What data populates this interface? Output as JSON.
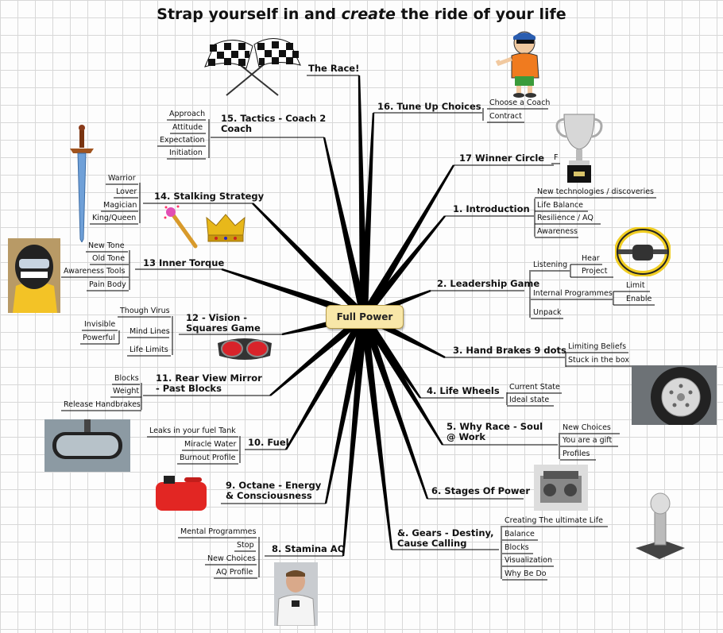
{
  "title": {
    "prefix": "Strap yourself in and ",
    "emph": "create",
    "suffix": " the ride of your life"
  },
  "center": "Full Power",
  "branches": [
    {
      "label": "The Race!",
      "children": []
    },
    {
      "label": "16. Tune Up Choices",
      "children": [
        "Choose a Coach",
        "Contract"
      ]
    },
    {
      "label": "17 Winner Circle",
      "children": [
        "F"
      ]
    },
    {
      "label": "1. Introduction",
      "children": [
        "New technologies / discoveries",
        "Life Balance",
        "Resilience / AQ",
        "Awareness"
      ]
    },
    {
      "label": "2. Leadership Game",
      "children": [
        "Listening",
        "Internal Programmes",
        "Unpack"
      ],
      "grand": {
        "listening": [
          "Hear",
          "Project"
        ],
        "internal": [
          "Limit",
          "Enable"
        ]
      }
    },
    {
      "label": "3. Hand Brakes 9 dots",
      "children": [
        "Limiting Beliefs",
        "Stuck in the box"
      ]
    },
    {
      "label": "4. Life Wheels",
      "children": [
        "Current State",
        "Ideal state"
      ]
    },
    {
      "label": "5. Why Race - Soul @ Work",
      "children": [
        "New Choices",
        "You are a gift",
        "Profiles"
      ]
    },
    {
      "label": "6. Stages Of Power",
      "children": []
    },
    {
      "label": "&. Gears - Destiny, Cause Calling",
      "children": [
        "Creating The ultimate Life",
        "Balance",
        "Blocks",
        "Visualization",
        "Why Be Do"
      ]
    },
    {
      "label": "8. Stamina AQ",
      "children": [
        "Mental Programmes",
        "Stop",
        "New Choices",
        "AQ Profile"
      ]
    },
    {
      "label": "9. Octane - Energy & Consciousness",
      "children": []
    },
    {
      "label": "10. Fuel",
      "children": [
        "Leaks in your fuel Tank",
        "Miracle Water",
        "Burnout Profile"
      ]
    },
    {
      "label": "11. Rear View Mirror - Past Blocks",
      "children": [
        "Blocks",
        "Weight",
        "Release Handbrakes"
      ]
    },
    {
      "label": "12 - Vision - Squares Game",
      "children": [
        "Though Virus",
        "Mind Lines",
        "Life Limits"
      ],
      "grand": {
        "mind": [
          "Invisible",
          "Powerful"
        ]
      }
    },
    {
      "label": "13 Inner Torque",
      "children": [
        "New Tone",
        "Old Tone",
        "Awareness Tools",
        "Pain Body"
      ]
    },
    {
      "label": "14. Stalking Strategy",
      "children": [
        "Warrior",
        "Lover",
        "Magician",
        "King/Queen"
      ]
    },
    {
      "label": "15. Tactics - Coach 2 Coach",
      "children": [
        "Approach",
        "Attitude",
        "Expectation",
        "Initiation"
      ]
    }
  ],
  "images": [
    "checkered-flags",
    "coach-cartoon",
    "trophy",
    "sword",
    "driver-helmet",
    "magic-wand",
    "crown",
    "steering-wheel",
    "goggles",
    "tire-wheel",
    "rear-view-mirror",
    "fuel-can",
    "engine",
    "gear-shift",
    "race-driver"
  ]
}
